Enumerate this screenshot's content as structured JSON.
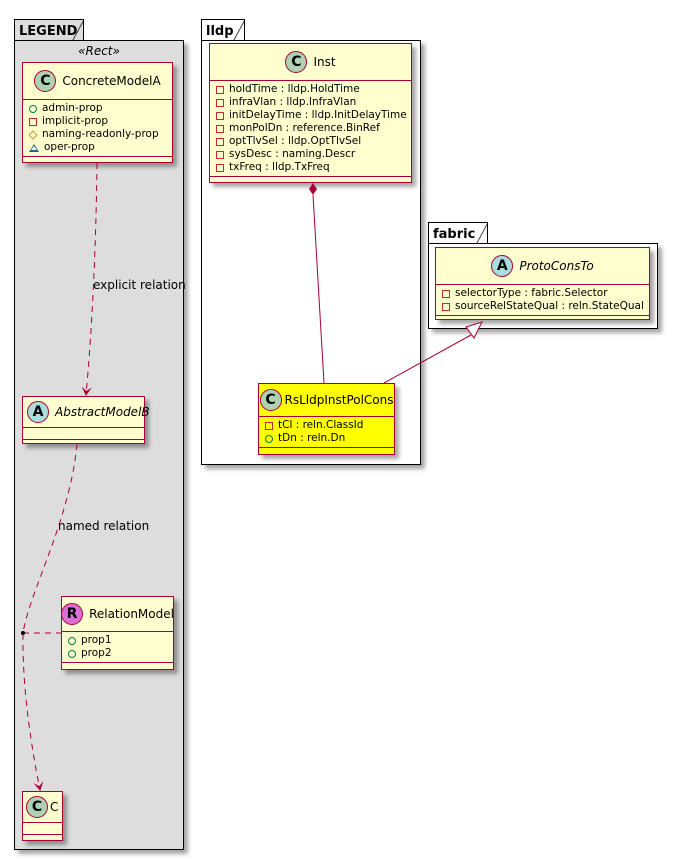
{
  "packages": {
    "legend": {
      "name": "LEGEND",
      "stereotype": "«Rect»",
      "background": "#dddddd"
    },
    "lldp": {
      "name": "lldp",
      "background": "#ffffff"
    },
    "fabric": {
      "name": "fabric",
      "background": "#ffffff"
    }
  },
  "classes": {
    "concrete_model_a": {
      "kind": "C",
      "name": "ConcreteModelA",
      "abstract": false,
      "attributes": [
        {
          "visibility": "public",
          "text": "admin-prop"
        },
        {
          "visibility": "private",
          "text": "implicit-prop"
        },
        {
          "visibility": "protected",
          "text": "naming-readonly-prop"
        },
        {
          "visibility": "package",
          "text": "oper-prop"
        }
      ]
    },
    "abstract_model_b": {
      "kind": "A",
      "name": "AbstractModelB",
      "abstract": true,
      "attributes": []
    },
    "relation_model": {
      "kind": "R",
      "name": "RelationModel",
      "abstract": false,
      "attributes": [
        {
          "visibility": "public",
          "text": "prop1"
        },
        {
          "visibility": "public",
          "text": "prop2"
        }
      ]
    },
    "c": {
      "kind": "C",
      "name": "C",
      "abstract": false,
      "attributes": []
    },
    "inst": {
      "kind": "C",
      "name": "Inst",
      "abstract": false,
      "attributes": [
        {
          "visibility": "private",
          "text": "holdTime : lldp.HoldTime"
        },
        {
          "visibility": "private",
          "text": "infraVlan : lldp.InfraVlan"
        },
        {
          "visibility": "private",
          "text": "initDelayTime : lldp.InitDelayTime"
        },
        {
          "visibility": "private",
          "text": "monPolDn : reference.BinRef"
        },
        {
          "visibility": "private",
          "text": "optTlvSel : lldp.OptTlvSel"
        },
        {
          "visibility": "private",
          "text": "sysDesc : naming.Descr"
        },
        {
          "visibility": "private",
          "text": "txFreq : lldp.TxFreq"
        }
      ]
    },
    "rs_lldp_inst_pol_cons": {
      "kind": "C",
      "name": "RsLldpInstPolCons",
      "abstract": false,
      "highlight": "#ffff00",
      "attributes": [
        {
          "visibility": "private",
          "text": "tCl : reln.ClassId"
        },
        {
          "visibility": "public",
          "text": "tDn : reln.Dn"
        }
      ]
    },
    "proto_cons_to": {
      "kind": "A",
      "name": "ProtoConsTo",
      "abstract": true,
      "attributes": [
        {
          "visibility": "private",
          "text": "selectorType : fabric.Selector"
        },
        {
          "visibility": "private",
          "text": "sourceRelStateQual : reln.StateQual"
        }
      ]
    }
  },
  "relations": [
    {
      "from": "ConcreteModelA",
      "to": "AbstractModelB",
      "type": "dependency",
      "label": "explicit relation"
    },
    {
      "from": "AbstractModelB",
      "to": "C",
      "type": "dependency",
      "label": "named relation",
      "association_class": "RelationModel"
    },
    {
      "from": "Inst",
      "to": "RsLldpInstPolCons",
      "type": "composition",
      "label": ""
    },
    {
      "from": "RsLldpInstPolCons",
      "to": "ProtoConsTo",
      "type": "inheritance",
      "label": ""
    }
  ],
  "colors": {
    "class_border": "#a80036",
    "class_fill": "#fefece",
    "edge": "#a80036"
  }
}
